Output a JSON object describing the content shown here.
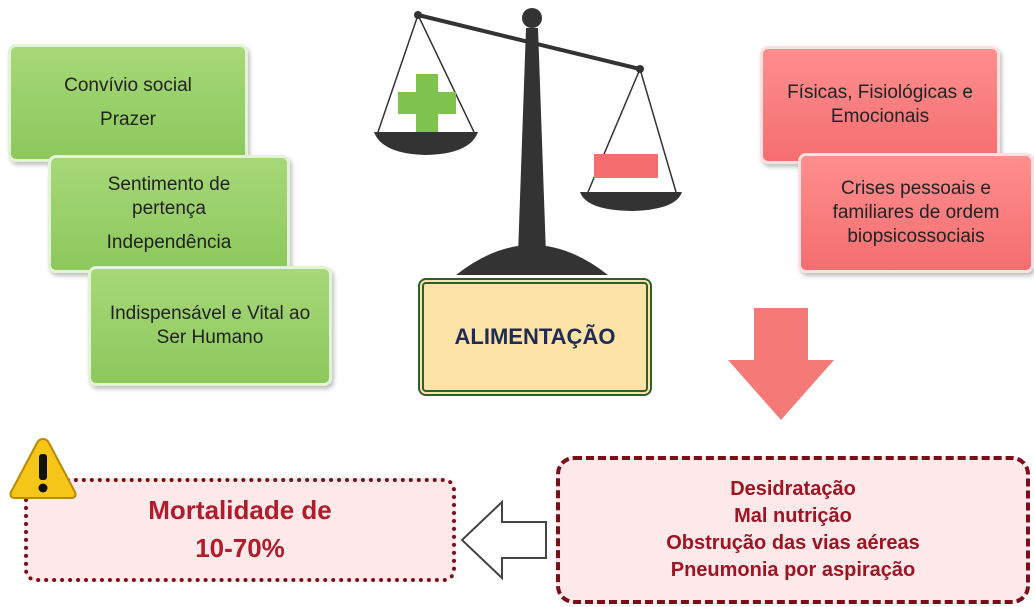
{
  "positive_factors": {
    "box1": [
      "Convívio social",
      "Prazer"
    ],
    "box2": [
      "Sentimento de pertença",
      "Independência"
    ],
    "box3": [
      "Indispensável e Vital ao Ser Humano"
    ]
  },
  "negative_factors": {
    "box1": [
      "Físicas, Fisiológicas e Emocionais"
    ],
    "box2": [
      "Crises pessoais e familiares de ordem biopsicossociais"
    ]
  },
  "center_label": "ALIMENTAÇÃO",
  "consequences": [
    "Desidratação",
    "Mal nutrição",
    "Obstrução das vias aéreas",
    "Pneumonia por aspiração"
  ],
  "mortality": {
    "line1": "Mortalidade de",
    "line2": "10-70%"
  },
  "colors": {
    "positive": "#8cc85c",
    "negative": "#f46e70",
    "center_fill": "#fde3a6",
    "center_border": "#2e5e2e",
    "alert_red": "#9e1422"
  },
  "icons": [
    "scale-icon",
    "plus-icon",
    "minus-icon",
    "down-arrow-icon",
    "left-arrow-icon",
    "warning-icon"
  ]
}
